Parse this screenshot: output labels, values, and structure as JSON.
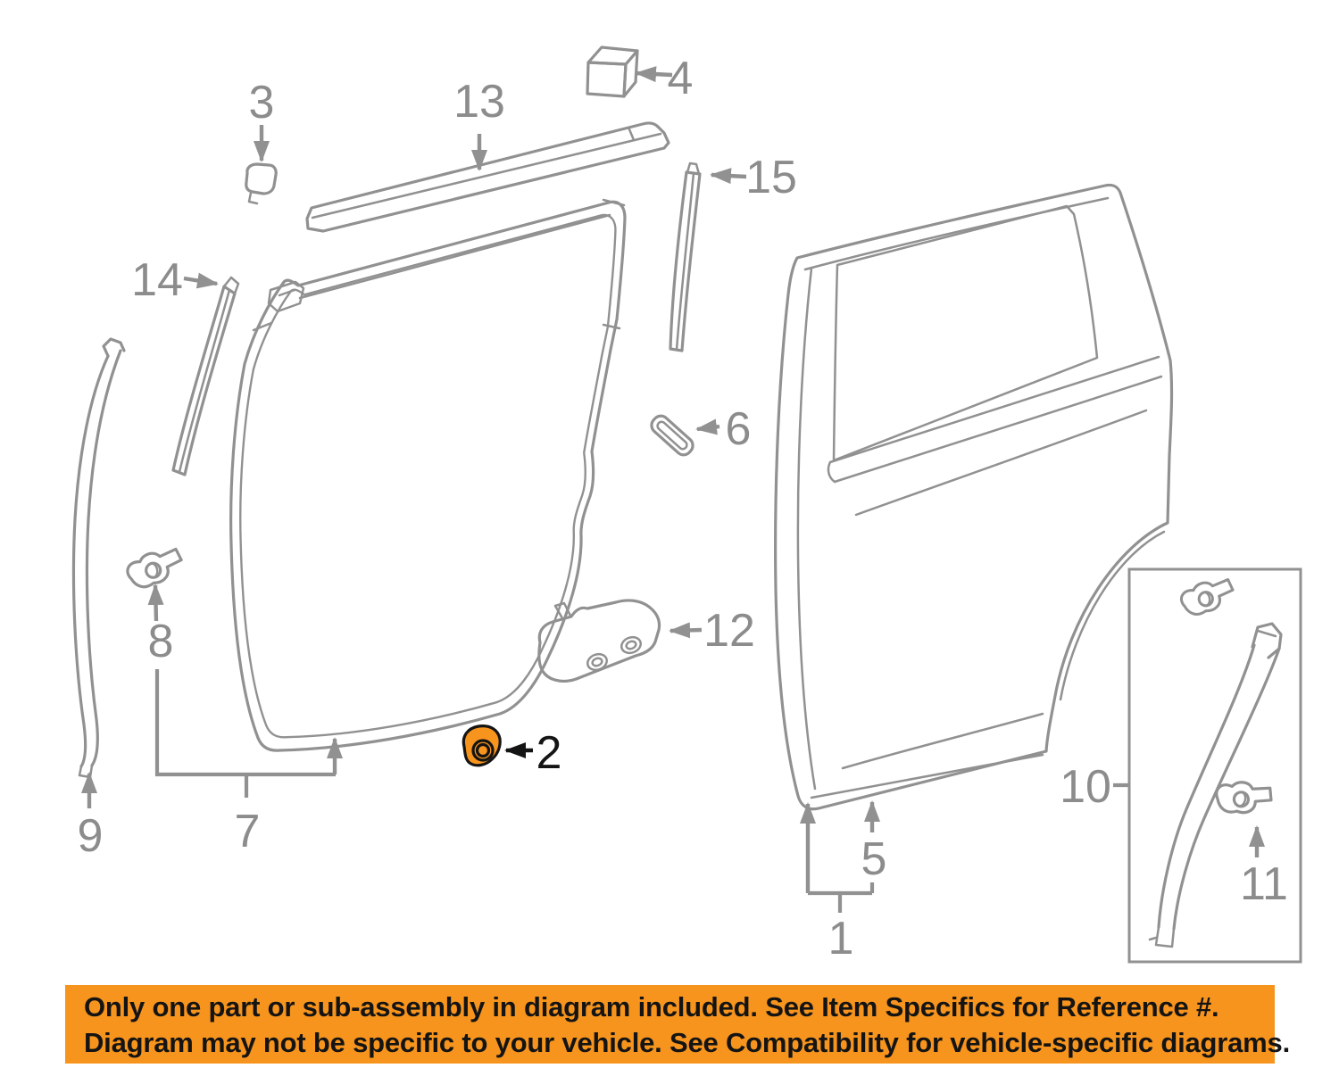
{
  "diagram": {
    "callout_labels": {
      "n1": "1",
      "n2": "2",
      "n3": "3",
      "n4": "4",
      "n5": "5",
      "n6": "6",
      "n7": "7",
      "n8": "8",
      "n9": "9",
      "n10": "10",
      "n11": "11",
      "n12": "12",
      "n13": "13",
      "n14": "14",
      "n15": "15"
    },
    "highlighted_callout": "2"
  },
  "colors": {
    "line": "#919191",
    "label": "#8c8c8c",
    "ink": "#141414",
    "highlight": "#f7941d",
    "banner-bg": "#f7941d"
  },
  "banner": {
    "line1": "Only one part or sub-assembly in diagram included. See Item Specifics for Reference #.",
    "line2": "Diagram may not be specific to your vehicle. See Compatibility for vehicle-specific diagrams."
  }
}
